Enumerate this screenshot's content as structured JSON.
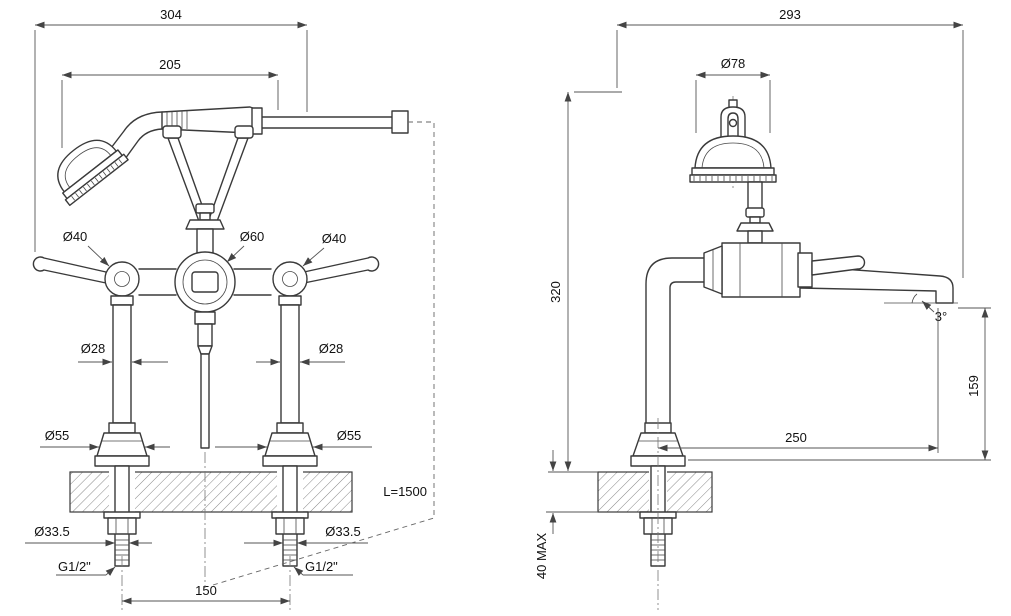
{
  "drawing": {
    "type": "technical-dimension-drawing",
    "subject": "deck-mounted bath shower mixer, front and side views",
    "line_color": "#3a3a3a",
    "background": "#ffffff"
  },
  "front": {
    "dim304": "304",
    "dim205": "205",
    "dia40_left": "Ø40",
    "dia60": "Ø60",
    "dia40_right": "Ø40",
    "dia28_left": "Ø28",
    "dia28_right": "Ø28",
    "dia55_left": "Ø55",
    "dia55_right": "Ø55",
    "dia335_left": "Ø33.5",
    "dia335_right": "Ø33.5",
    "g12_left": "G1/2\"",
    "g12_right": "G1/2\"",
    "dim150": "150",
    "hose_length": "L=1500"
  },
  "side": {
    "dim293": "293",
    "dia78": "Ø78",
    "dim320": "320",
    "angle": "3°",
    "dim159": "159",
    "dim250": "250",
    "deck_max": "40 MAX"
  }
}
